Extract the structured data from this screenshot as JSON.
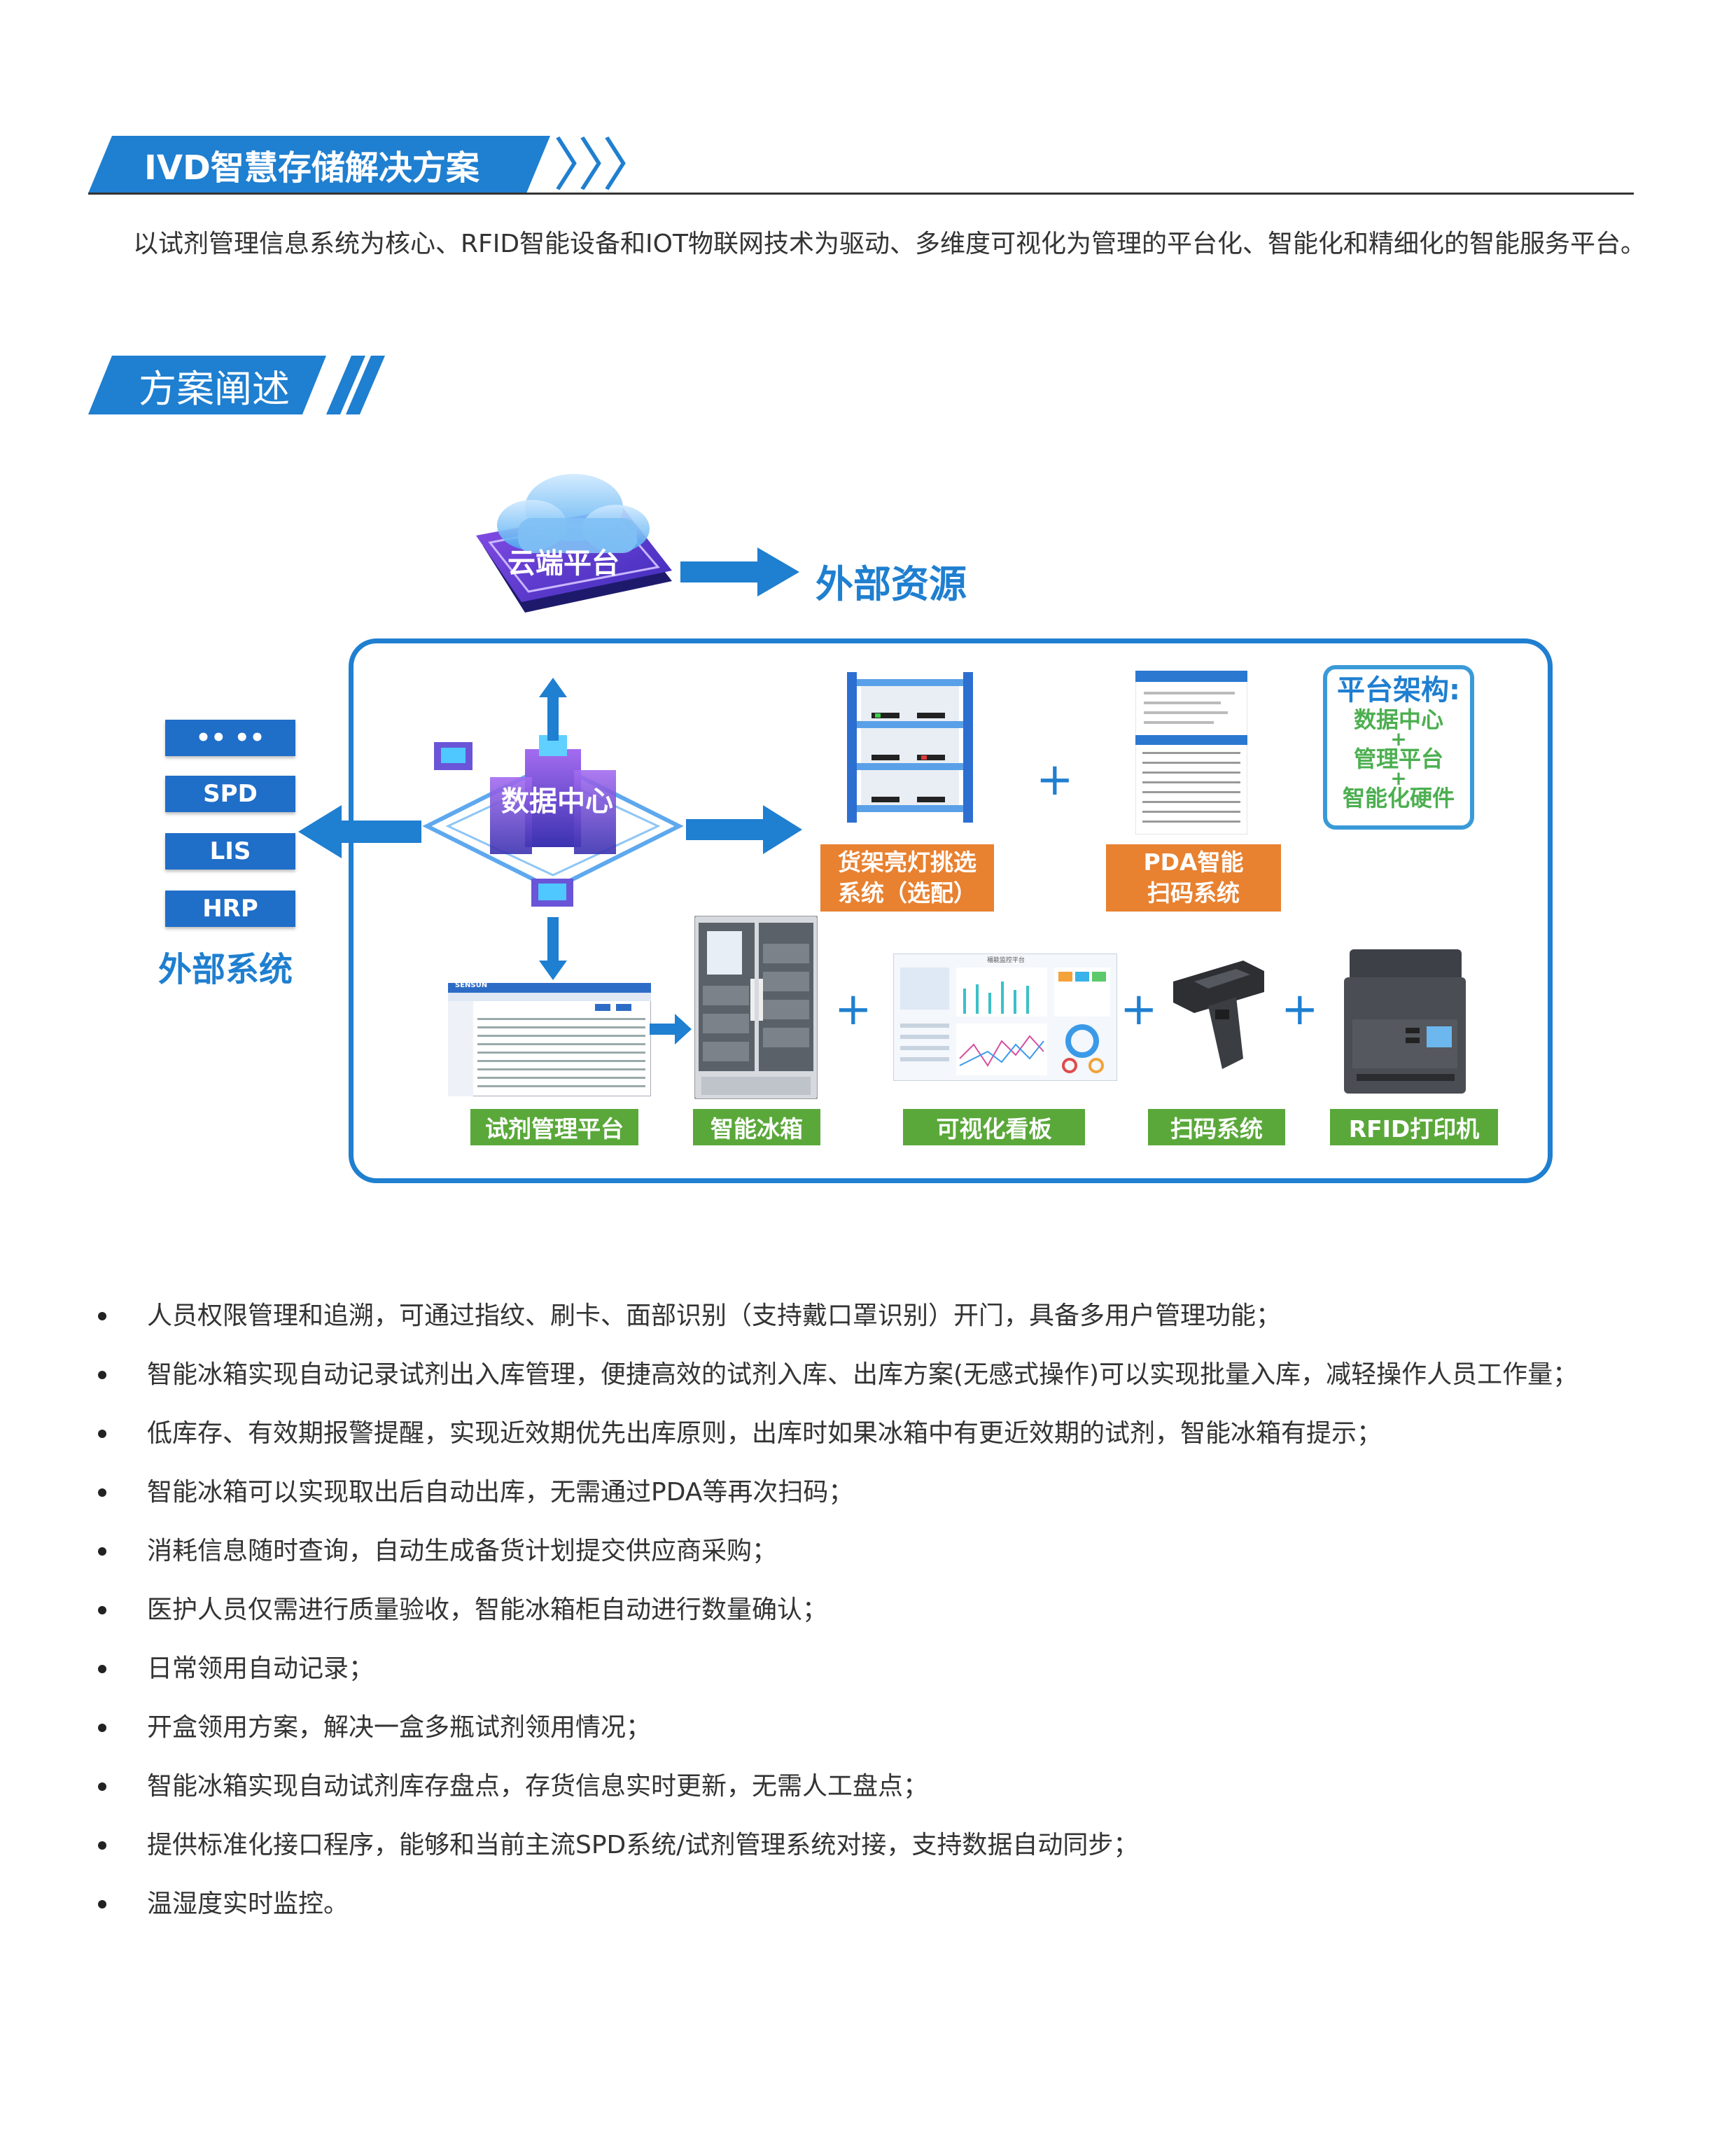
{
  "section1": {
    "title": "IVD智慧存储解决方案",
    "chevrons": "〉〉〉"
  },
  "intro": "以试剂管理信息系统为核心、RFID智能设备和IOT物联网技术为驱动、多维度可视化为管理的平台化、智能化和精细化的智能服务平台。",
  "section2": {
    "title": "方案阐述",
    "slashes": "///"
  },
  "diagram": {
    "cloud_label": "云端平台",
    "external_resources": "外部资源",
    "data_center": "数据中心",
    "external_systems": {
      "title": "外部系统",
      "items": [
        "•• ••",
        "SPD",
        "LIS",
        "HRP"
      ]
    },
    "shelf_label": [
      "货架亮灯挑选",
      "系统（选配）"
    ],
    "pda_label": [
      "PDA智能",
      "扫码系统"
    ],
    "architecture": {
      "title": "平台架构:",
      "items": [
        "数据中心",
        "+",
        "管理平台",
        "+",
        "智能化硬件"
      ]
    },
    "bottom_labels": [
      "试剂管理平台",
      "智能冰箱",
      "可视化看板",
      "扫码系统",
      "RFID打印机"
    ],
    "plus": "+",
    "dashboard_title": "福能监控平台",
    "software_brand": "SENSUN"
  },
  "bullets": [
    "人员权限管理和追溯，可通过指纹、刷卡、面部识别（支持戴口罩识别）开门，具备多用户管理功能；",
    "智能冰箱实现自动记录试剂出入库管理，便捷高效的试剂入库、出库方案(无感式操作)可以实现批量入库，减轻操作人员工作量；",
    "低库存、有效期报警提醒，实现近效期优先出库原则，出库时如果冰箱中有更近效期的试剂，智能冰箱有提示；",
    "智能冰箱可以实现取出后自动出库，无需通过PDA等再次扫码；",
    "消耗信息随时查询，自动生成备货计划提交供应商采购；",
    "医护人员仅需进行质量验收，智能冰箱柜自动进行数量确认；",
    "日常领用自动记录；",
    "开盒领用方案，解决一盒多瓶试剂领用情况；",
    "智能冰箱实现自动试剂库存盘点，存货信息实时更新，无需人工盘点；",
    "提供标准化接口程序，能够和当前主流SPD系统/试剂管理系统对接，支持数据自动同步；",
    "温湿度实时监控。"
  ]
}
